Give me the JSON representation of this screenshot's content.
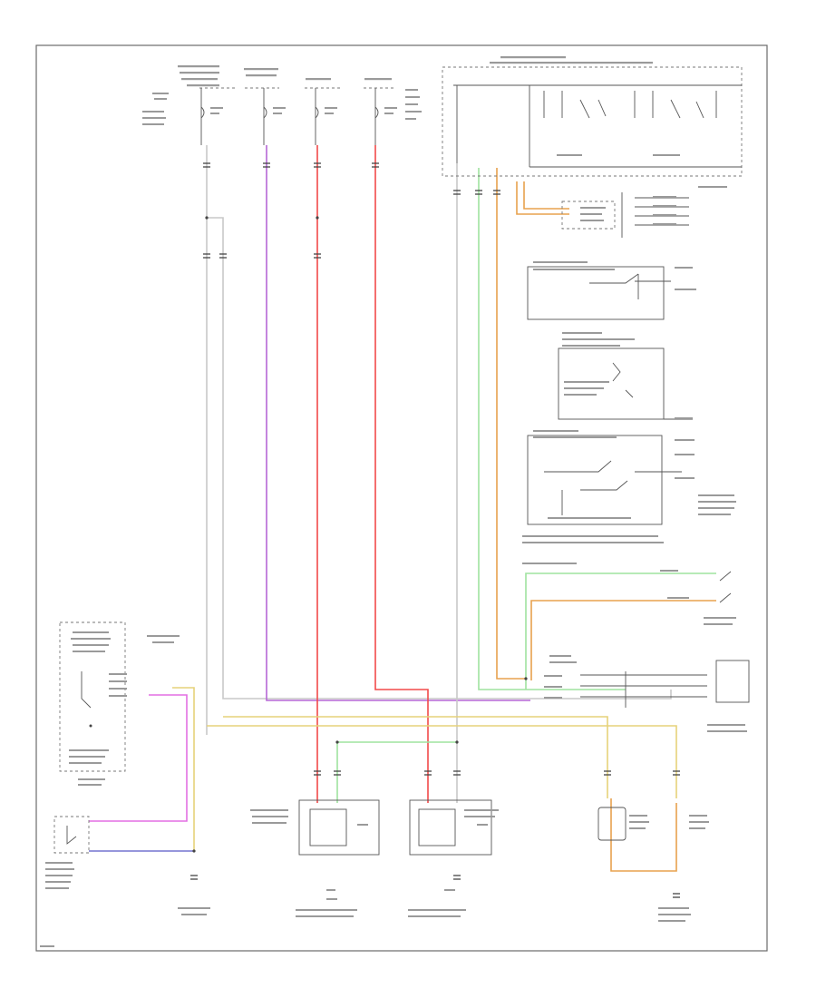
{
  "diagram": {
    "frame": "wiring-schematic",
    "colors": {
      "wire_neutral": "#c8c8c8",
      "wire_violet": "#b667d6",
      "wire_red": "#f24a4a",
      "wire_green": "#9fe39f",
      "wire_orange": "#e8a24e",
      "wire_yellow": "#e6d27a",
      "wire_magenta": "#e36fe3",
      "wire_blue": "#7474cf",
      "frame": "#6b6b6b",
      "ink": "#555555"
    },
    "components": [
      "fuse-block-left",
      "fuse-block-2",
      "fuse-block-3",
      "fuse-block-4",
      "bus-relay-module",
      "switch-box-1",
      "switch-box-2",
      "switch-box-3",
      "ground-connector-left",
      "emergency-switch",
      "actuator-left",
      "actuator-right",
      "front-lamp-left",
      "front-lamp-right",
      "right-connector"
    ]
  }
}
